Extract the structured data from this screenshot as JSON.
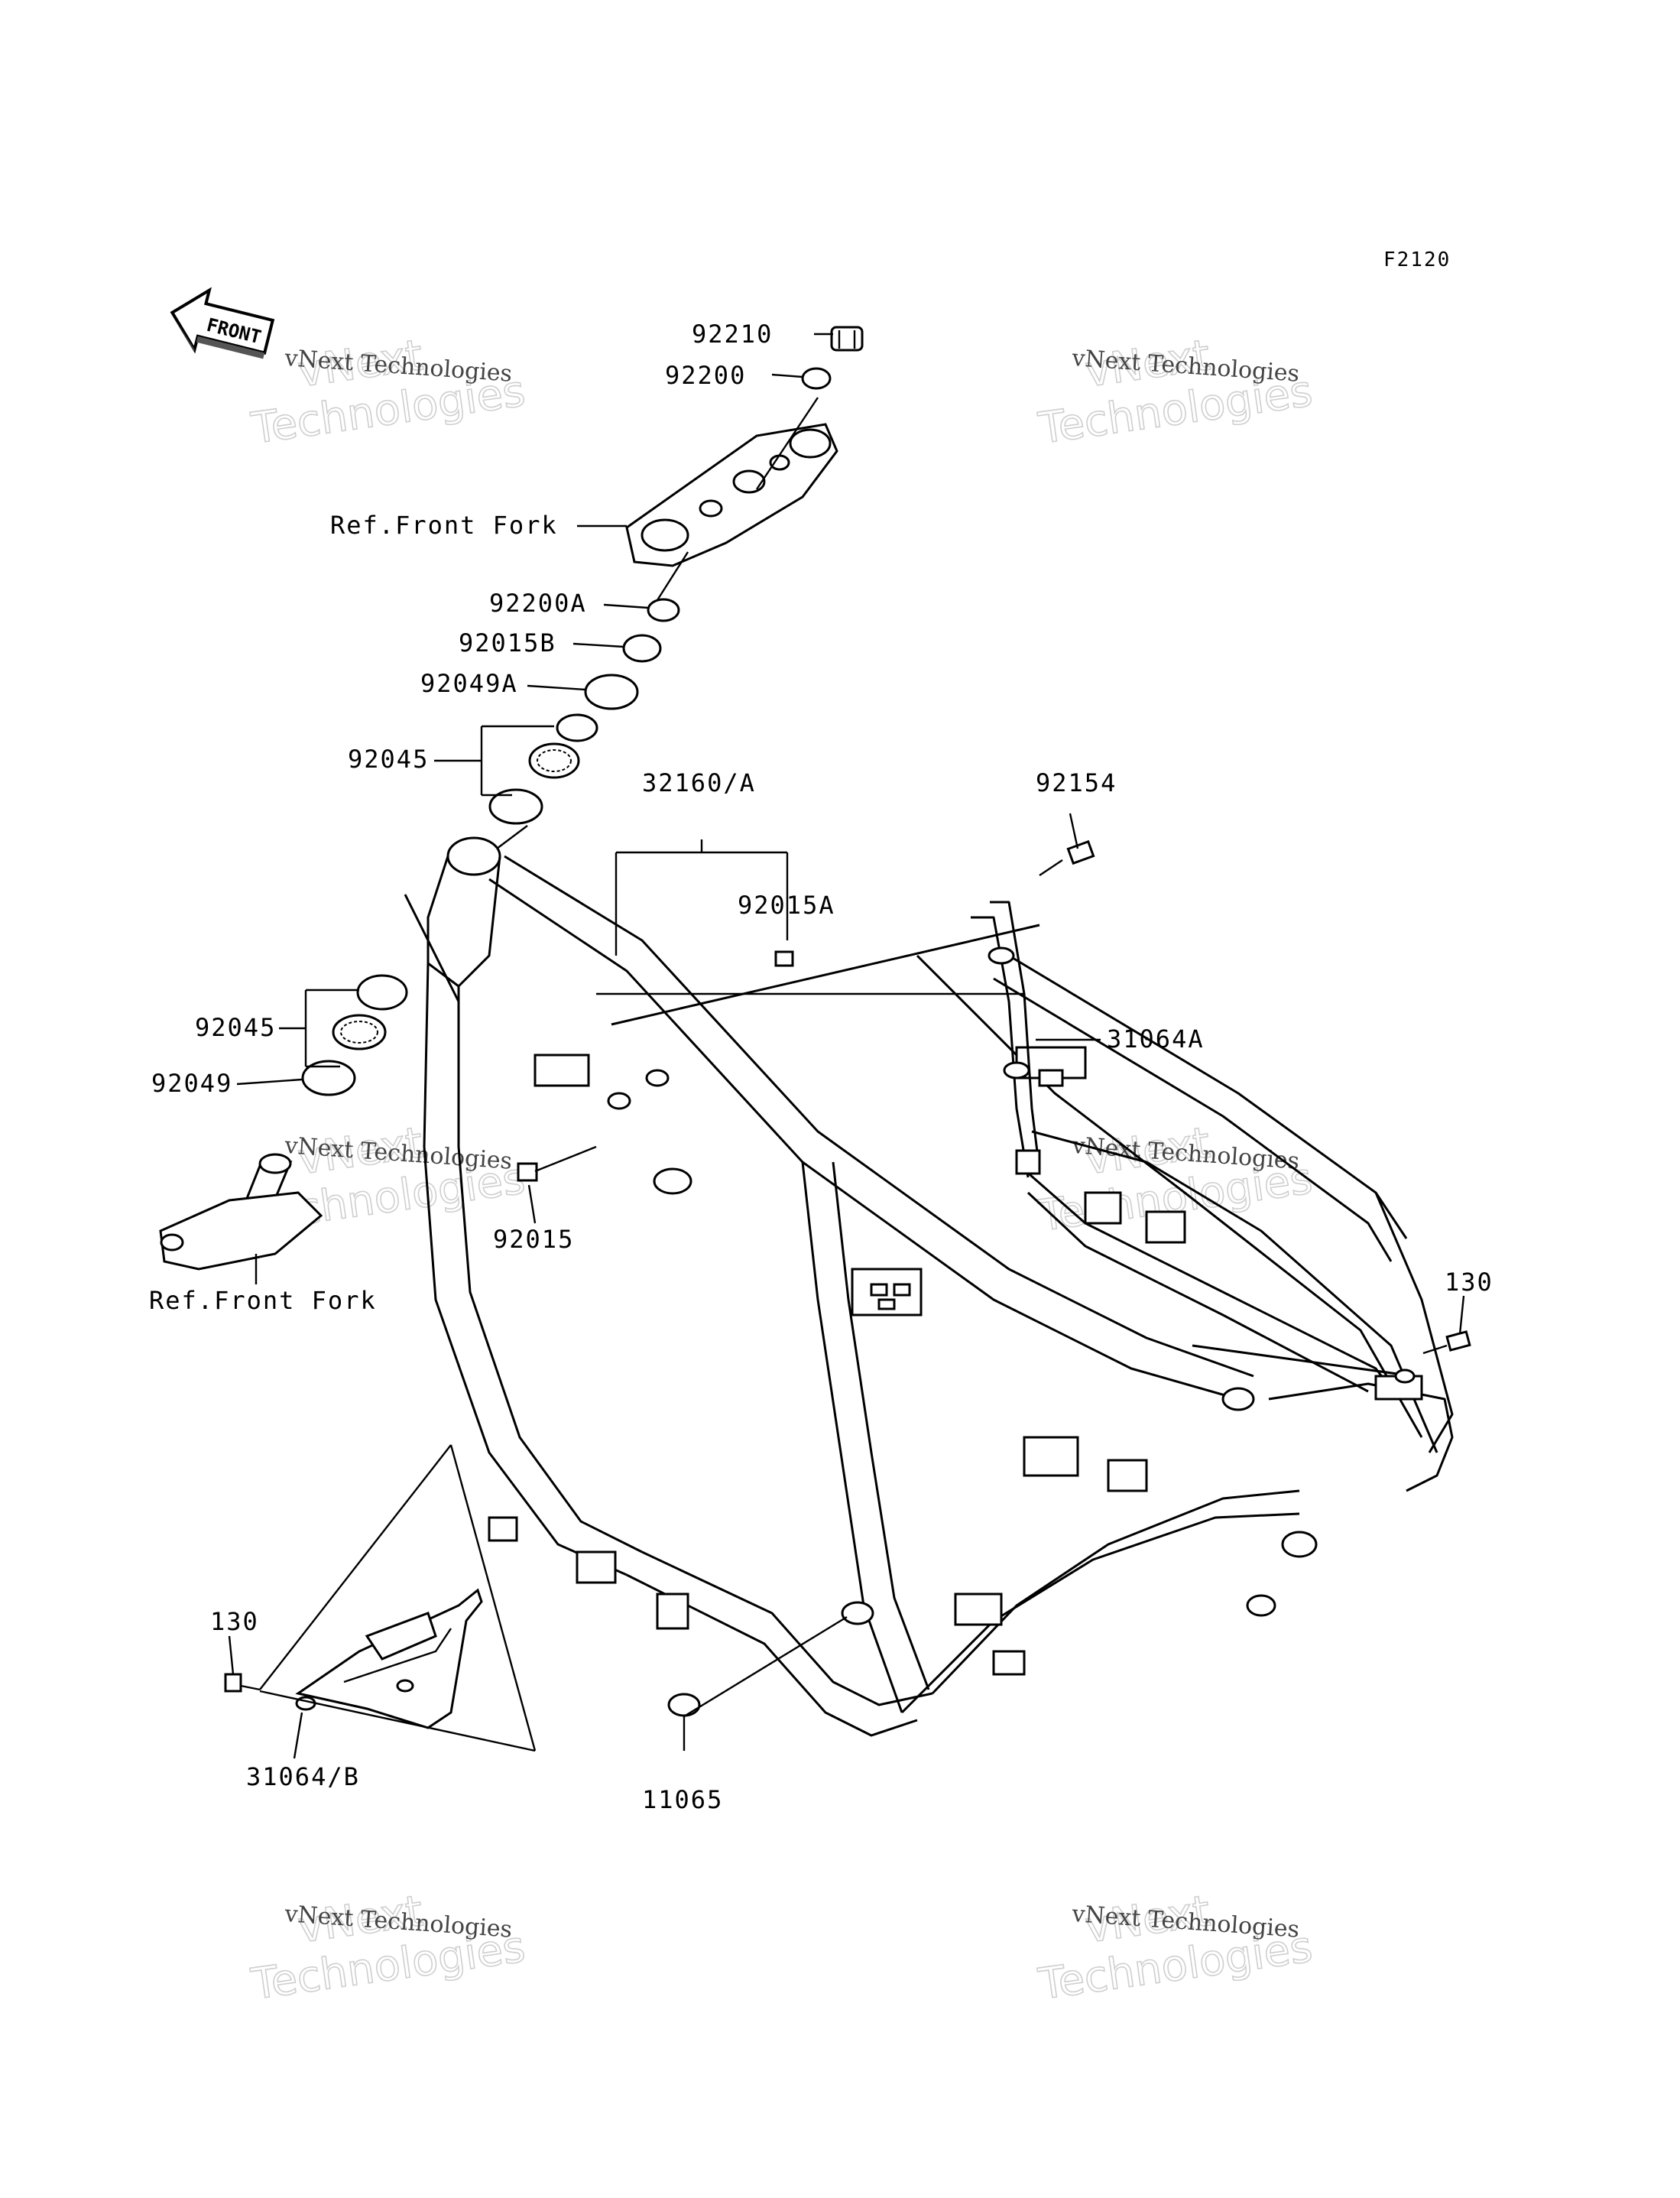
{
  "diagram_code": "F2120",
  "front_arrow": {
    "text": "FRONT"
  },
  "watermark": {
    "line1": "vNext",
    "line2": "Technologies",
    "caption": "vNext Technologies"
  },
  "labels": {
    "92210": "92210",
    "92200": "92200",
    "ref_front_fork_top": "Ref.Front Fork",
    "92200A": "92200A",
    "92015B": "92015B",
    "92049A": "92049A",
    "92045_top": "92045",
    "32160A": "32160/A",
    "92154": "92154",
    "92015A": "92015A",
    "31064A": "31064A",
    "92045_lower": "92045",
    "92049": "92049",
    "92015": "92015",
    "ref_front_fork_bottom": "Ref.Front Fork",
    "130_right": "130",
    "130_left": "130",
    "31064B": "31064/B",
    "11065": "11065"
  }
}
